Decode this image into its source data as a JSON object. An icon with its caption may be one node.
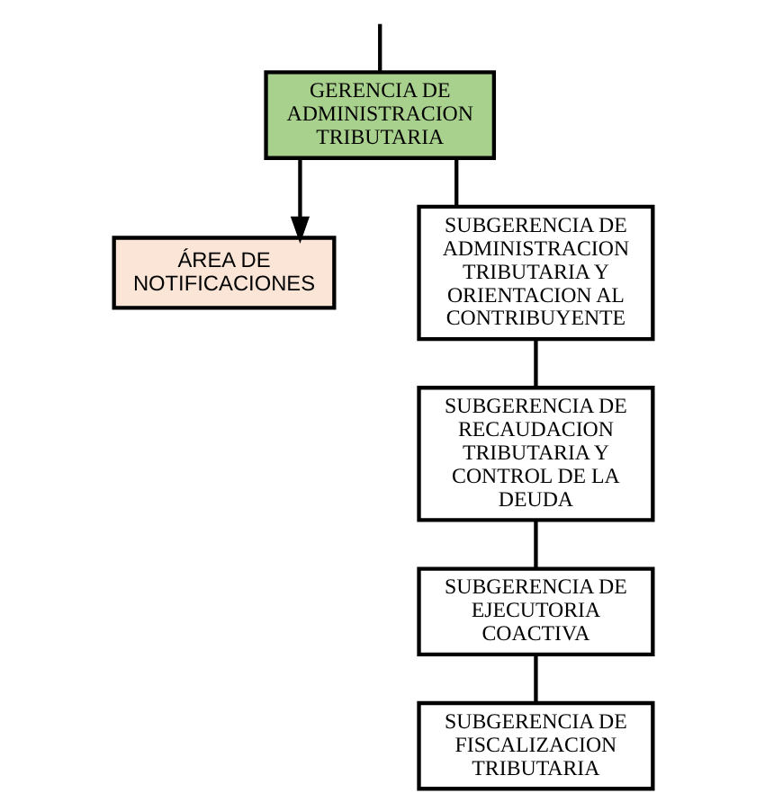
{
  "diagram": {
    "nodes": [
      {
        "text": [
          "GERENCIA DE ADMINISTRACION TRIBUTARIA"
        ]
      },
      {
        "text": [
          "ÁREA DE NOTIFICACIONES"
        ]
      },
      {
        "text": [
          "SUBGERENCIA DE ADMINISTRACION TRIBUTARIA Y ORIENTACION AL CONTRIBUYENTE"
        ]
      },
      {
        "text": [
          "SUBGERENCIA DE RECAUDACION TRIBUTARIA Y CONTROL DE LA DEUDA"
        ]
      },
      {
        "text": [
          "SUBGERENCIA DE EJECUTORIA COACTIVA"
        ]
      },
      {
        "text": [
          "SUBGERENCIA DE FISCALIZACION TRIBUTARIA"
        ]
      }
    ],
    "edges": [
      {
        "from": null,
        "to": 0,
        "arrow": "none"
      },
      {
        "from": 0,
        "to": 1,
        "arrow": "to"
      },
      {
        "from": 0,
        "to": 2,
        "arrow": "none"
      },
      {
        "from": 2,
        "to": 3,
        "arrow": "none"
      },
      {
        "from": 3,
        "to": 4,
        "arrow": "none"
      },
      {
        "from": 4,
        "to": 5,
        "arrow": "none"
      }
    ]
  }
}
